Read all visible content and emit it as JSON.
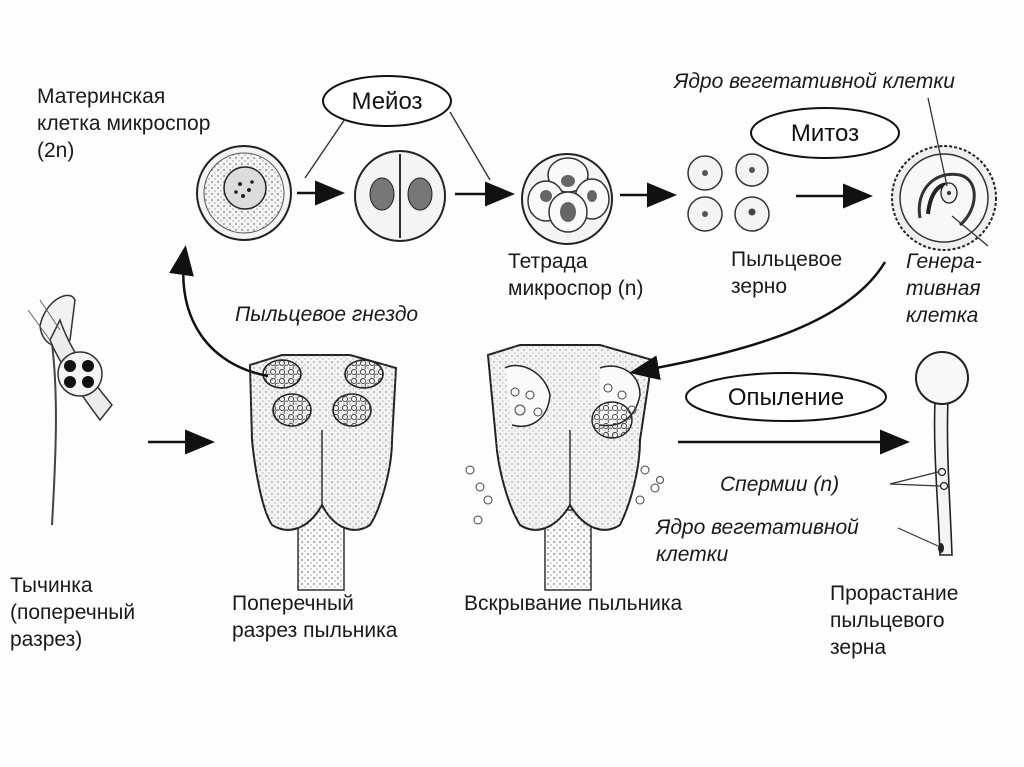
{
  "labels": {
    "mother_cell": "Материнская\nклетка микроспор\n(2n)",
    "meiosis": "Мейоз",
    "mitosis": "Митоз",
    "veg_nucleus_top": "Ядро вегетативной клетки",
    "tetrad": "Тетрада\nмикроспор (n)",
    "pollen_grain": "Пыльцевое\nзерно",
    "generative_cell": "Генера-\nтивная\nклетка",
    "pollen_sac": "Пыльцевое гнездо",
    "pollination": "Опыление",
    "sperm": "Спермии (n)",
    "veg_nucleus_bottom": "Ядро вегетативной\nклетки",
    "stamen": "Тычинка\n(поперечный\nразрез)",
    "anther_section": "Поперечный\nразрез пыльника",
    "anther_opening": "Вскрывание пыльника",
    "germination": "Прорастание\nпыльцевого\nзерна"
  }
}
